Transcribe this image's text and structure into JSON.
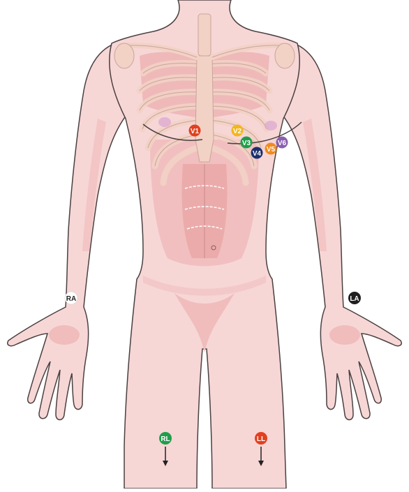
{
  "colors": {
    "skin": "#f7d6d6",
    "skin_shadow": "#f0bcbc",
    "outline": "#4a4040",
    "rib": "#f3d2c6",
    "rib_stroke": "#c9a49a",
    "muscle": "#eaa3a3",
    "arrow": "#222222"
  },
  "electrodes": {
    "RA": {
      "label": "RA",
      "color": "#ffffff",
      "text_color": "#222222"
    },
    "LA": {
      "label": "LA",
      "color": "#1f1f1f",
      "text_color": "#ffffff"
    },
    "RL": {
      "label": "RL",
      "color": "#1f9e4a",
      "text_color": "#ffffff"
    },
    "LL": {
      "label": "LL",
      "color": "#e2401e",
      "text_color": "#ffffff"
    },
    "V1": {
      "label": "V1",
      "color": "#e2401e",
      "text_color": "#ffffff"
    },
    "V2": {
      "label": "V2",
      "color": "#f2b61f",
      "text_color": "#ffffff"
    },
    "V3": {
      "label": "V3",
      "color": "#1f9e4a",
      "text_color": "#ffffff"
    },
    "V4": {
      "label": "V4",
      "color": "#1c2f6e",
      "text_color": "#ffffff"
    },
    "V5": {
      "label": "V5",
      "color": "#f28a1d",
      "text_color": "#ffffff"
    },
    "V6": {
      "label": "V6",
      "color": "#8a5fb0",
      "text_color": "#ffffff"
    }
  }
}
